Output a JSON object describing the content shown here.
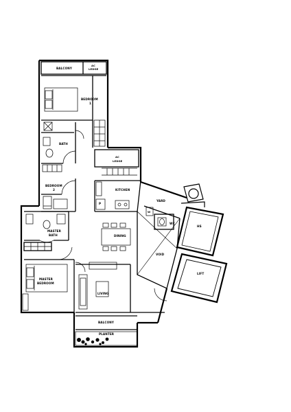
{
  "rooms": {
    "balcony_top": "BALCONY",
    "ac_ledge_top_l1": "AC",
    "ac_ledge_top_l2": "LEDGE",
    "bedroom1_l1": "BEDROOM",
    "bedroom1_l2": "1",
    "bath": "BATH",
    "ac_ledge_mid_l1": "AC",
    "ac_ledge_mid_l2": "LEDGE",
    "bedroom2_l1": "BEDROOM",
    "bedroom2_l2": "2",
    "kitchen": "KITCHEN",
    "pantry_mark": "P",
    "yard": "YARD",
    "wc": "WC",
    "master_bath_l1": "MASTER",
    "master_bath_l2": "BATH",
    "dining": "DINING",
    "void": "VOID",
    "hs": "HS",
    "master_bedroom_l1": "MASTER",
    "master_bedroom_l2": "BEDROOM",
    "living": "LIVING",
    "lift": "LIFT",
    "balcony_bottom": "BALCONY",
    "planter": "PLANTER",
    "washer_mark": "W"
  },
  "colors": {
    "wall": "#000000",
    "line": "#1a1a1a",
    "background": "#ffffff"
  }
}
